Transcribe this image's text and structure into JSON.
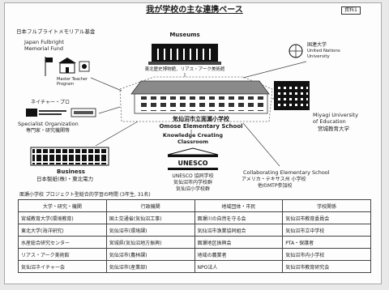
{
  "title": "我が学校の主な連携ベース",
  "doc_tag": "資料1",
  "nodes": {
    "fulbright": {
      "jp": "日本フルブライトメモリアル基金",
      "en1": "Japan Fulbright",
      "en2": "Memorial Fund",
      "sub1": "Master Teacher",
      "sub2": "Program"
    },
    "museums": {
      "en": "Museums",
      "jp": "東北歴史博物館、リアス・アーク美術館"
    },
    "unu": {
      "l1": "国連大学",
      "l2": "United Nations",
      "l3": "University"
    },
    "school": {
      "jp": "気仙沼市立面瀬小学校",
      "en": "Omose Elementary School"
    },
    "specialist": {
      "jp1": "ネイチャー・プロ",
      "en": "Specialist Organization",
      "jp2": "専門家・研究機関等"
    },
    "university": {
      "en1": "Miyagi University",
      "en2": "of Education",
      "jp": "宮城教育大学"
    },
    "business": {
      "en": "Business",
      "jp": "日本製紙(株)・東北電力"
    },
    "unesco": {
      "kc1": "Knowledge Creating",
      "kc2": "Classroom",
      "logo": "UNESCO",
      "l1": "UNESCO 協同学校",
      "l2": "気仙沼市内学校群",
      "l3": "気仙沼小学校群"
    },
    "collab": {
      "en": "Collaborating Elementary School",
      "jp1": "アメリカ・テキサス州 小学校",
      "jp2": "他のMTP参加校"
    }
  },
  "table": {
    "caption": "面瀬小学校 プロジェクト型総合的学習の時間 (3年生, 31名)",
    "headers": [
      "大学・研究・機関",
      "行政機関",
      "地域団体・市民",
      "学校関係"
    ],
    "rows": [
      [
        "宮城教育大学(環境教育)",
        "国土交通省(気仙沼工事)",
        "面瀬川の自然を守る会",
        "気仙沼市教育委員会"
      ],
      [
        "東北大学(海洋研究)",
        "気仙沼市(環境課)",
        "気仙沼市漁業協同組合",
        "気仙沼市立中学校"
      ],
      [
        "水産総合研究センター",
        "宮城県(気仙沼地方振興)",
        "面瀬地区振興会",
        "PTA・保護者"
      ],
      [
        "リアス・アーク美術館",
        "気仙沼市(農林課)",
        "地域の農業者",
        "気仙沼市内小学校"
      ],
      [
        "気仙沼ネイチャー会",
        "気仙沼市(産業部)",
        "NPO法人",
        "気仙沼市教育研究会"
      ]
    ]
  }
}
